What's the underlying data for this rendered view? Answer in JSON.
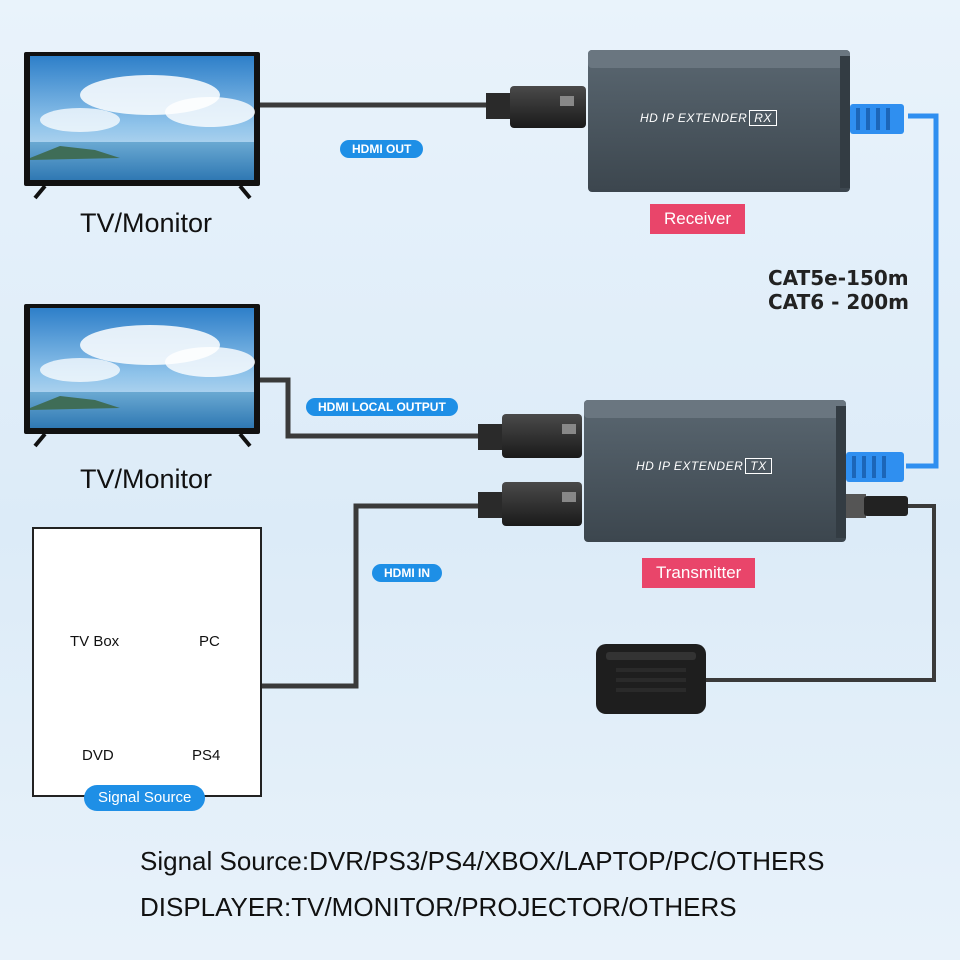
{
  "captions": {
    "tv_top": "TV/Monitor",
    "tv_bottom": "TV/Monitor"
  },
  "receiver": {
    "device_label": "HD IP EXTENDER",
    "mode": "RX",
    "tag": "Receiver"
  },
  "transmitter": {
    "device_label": "HD IP EXTENDER",
    "mode": "TX",
    "tag": "Transmitter"
  },
  "connectors": {
    "hdmi_out": "HDMI OUT",
    "hdmi_local_output": "HDMI LOCAL OUTPUT",
    "hdmi_in": "HDMI IN"
  },
  "cable_spec": {
    "line1": "CAT5e-150m",
    "line2": "CAT6 - 200m"
  },
  "signal_source": {
    "items": [
      "TV Box",
      "PC",
      "DVD",
      "PS4"
    ],
    "title": "Signal Source"
  },
  "footer": {
    "line1": "Signal Source:DVR/PS3/PS4/XBOX/LAPTOP/PC/OTHERS",
    "line2": "DISPLAYER:TV/MONITOR/PROJECTOR/OTHERS"
  },
  "colors": {
    "ethernet_cable": "#2f8ff0",
    "hdmi_cable": "#3a3a3a",
    "device_body": "#4b5761",
    "tag_pink": "#e9456a",
    "pill_blue": "#1e8fe6"
  }
}
